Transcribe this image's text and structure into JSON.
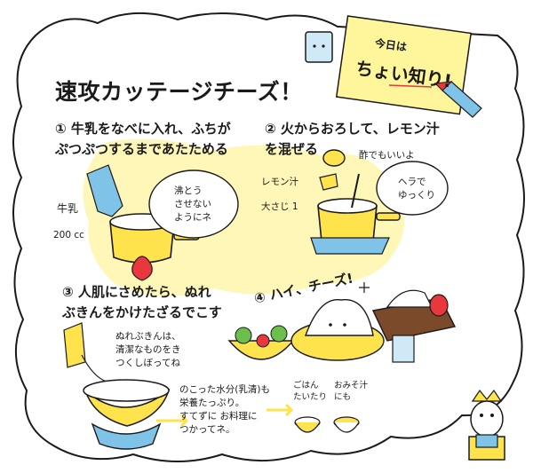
{
  "title": "速攻カッテージチーズ！",
  "sign": {
    "line1": "今日は",
    "line2": "ちょい知り!"
  },
  "steps": [
    {
      "line1": "① 牛乳をなべに入れ、ふちが",
      "line2": "ぷつぷつするまであたためる"
    },
    {
      "line1": "② 火からおろして、レモン汁",
      "line2": "を混ぜる"
    },
    {
      "line1": "③ 人肌にさめたら、ぬれ",
      "line2": "ぶきんをかけたざるでこす"
    },
    {
      "line1": "④ ハイ、チーズ!"
    }
  ],
  "notes": {
    "milk_label": "牛乳",
    "milk_amount": "200 cc",
    "bubble1": [
      "沸とう",
      "させない",
      "ようにネ"
    ],
    "vinegar_ok": "酢でもいいよ",
    "lemon_label": "レモン汁",
    "lemon_amount": "大さじ 1",
    "bubble2": [
      "ヘラで",
      "ゆっくり"
    ],
    "cloth_note": [
      "ぬれぶきんは、",
      "清潔なものをき",
      "つくしぼってね"
    ],
    "whey_note": [
      "のこった水分(乳清)も",
      "栄養たっぷり。",
      "すてずに お料理に",
      "つかってネ。"
    ],
    "rice_label": [
      "ごはん",
      "たいたり"
    ],
    "soup_label": [
      "おみそ汁",
      "にも"
    ]
  },
  "colors": {
    "yellow": "#ffe34d",
    "pale_yellow": "#fff7b8",
    "blue": "#7fc3e8",
    "red": "#e8383d",
    "green": "#6cbf4a",
    "brown": "#7a4a2a",
    "ink": "#1a1a1a"
  }
}
